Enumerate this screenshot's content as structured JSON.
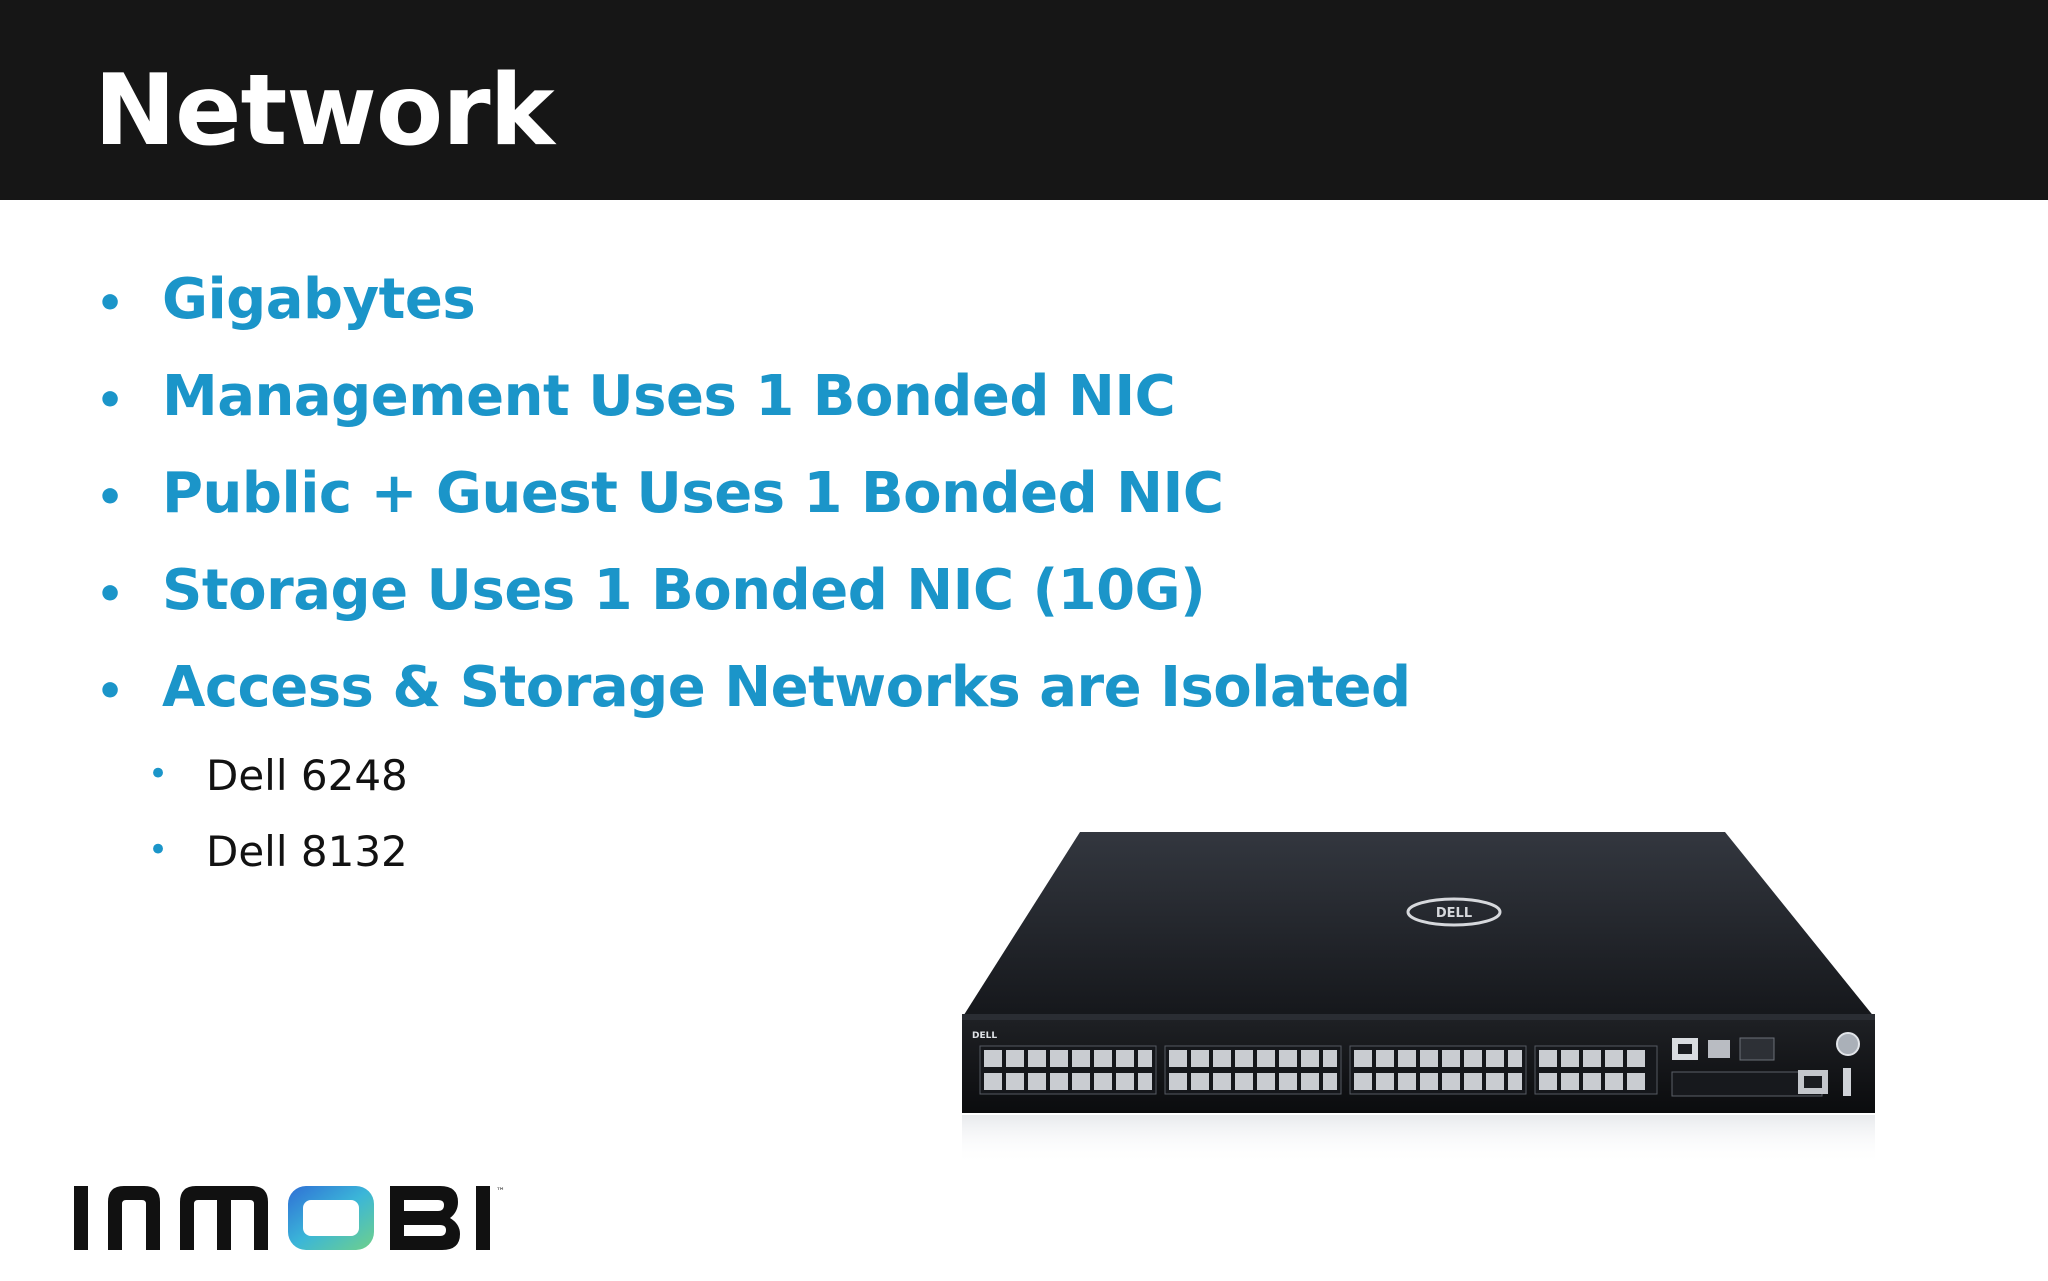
{
  "slide": {
    "title": "Network",
    "bullets": [
      "Gigabytes",
      "Management Uses 1 Bonded NIC",
      "Public + Guest Uses 1 Bonded NIC",
      "Storage Uses 1 Bonded NIC (10G)",
      "Access & Storage Networks are Isolated"
    ],
    "sub_bullets": [
      "Dell 6248",
      "Dell 8132"
    ],
    "bullet_glyph": "•"
  },
  "image": {
    "icon": "network-switch-image",
    "brand_mark": "DELL"
  },
  "logo": {
    "text": "InMOBI",
    "icon": "inmobi-logo"
  },
  "colors": {
    "header_bg": "#161616",
    "accent": "#1b95c9",
    "sub_text": "#121212"
  }
}
